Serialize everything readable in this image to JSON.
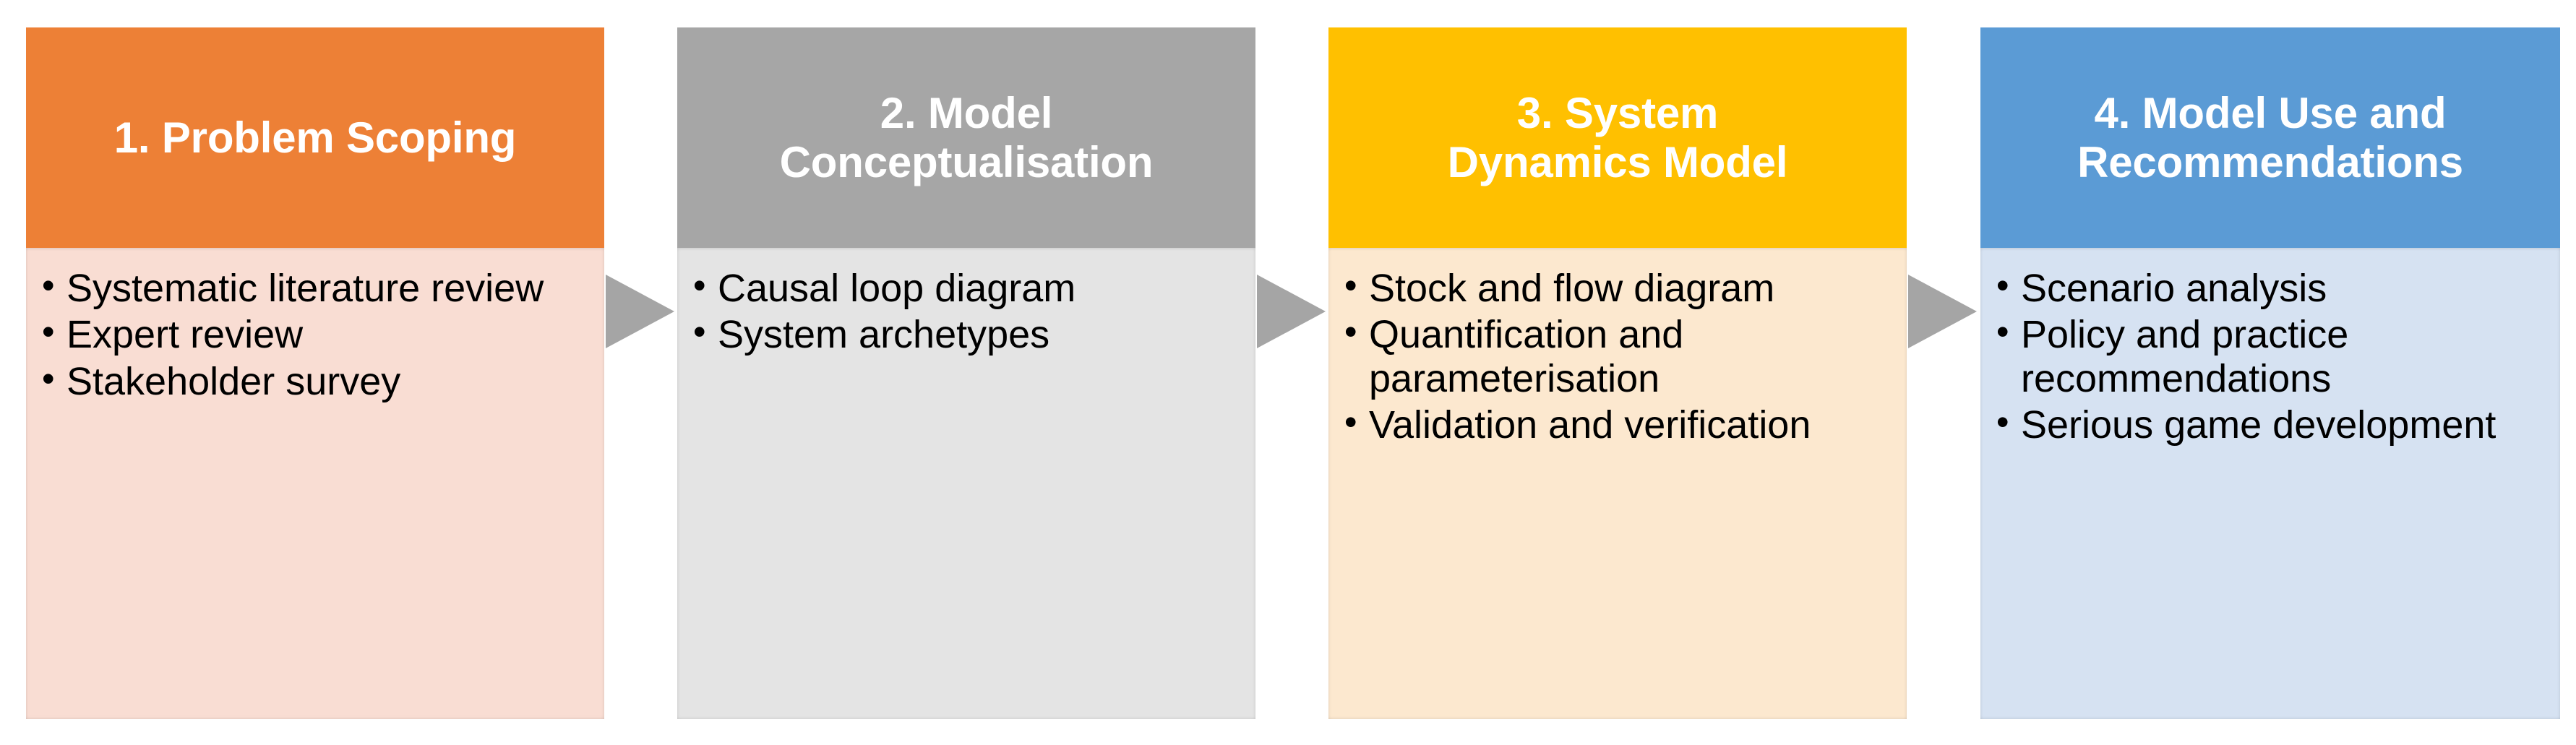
{
  "diagram": {
    "type": "process-flow",
    "stage_count": 4,
    "arrow_color": "#a5a5a5",
    "background": "#ffffff"
  },
  "stages": [
    {
      "title": "1. Problem Scoping",
      "header_color": "#ED8036",
      "body_color": "#F9DDD3",
      "title_color": "#ffffff",
      "items": [
        "Systematic literature review",
        "Expert review",
        "Stakeholder survey"
      ]
    },
    {
      "title": "2. Model\nConceptualisation",
      "header_color": "#A6A6A6",
      "body_color": "#E4E4E4",
      "title_color": "#ffffff",
      "items": [
        "Causal loop diagram",
        "System archetypes"
      ]
    },
    {
      "title": "3. System\nDynamics Model",
      "header_color": "#FFC000",
      "body_color": "#FCE8CF",
      "title_color": "#ffffff",
      "items": [
        "Stock and flow diagram",
        "Quantification and parameterisation",
        "Validation and verification"
      ]
    },
    {
      "title": "4. Model Use and\nRecommendations",
      "header_color": "#5B9BD5",
      "body_color": "#D6E2F2",
      "title_color": "#ffffff",
      "items": [
        "Scenario analysis",
        "Policy and practice recommendations",
        "Serious game development"
      ]
    }
  ],
  "arrows": [
    {
      "name": "arrow-stage-1-to-2"
    },
    {
      "name": "arrow-stage-2-to-3"
    },
    {
      "name": "arrow-stage-3-to-4"
    }
  ]
}
